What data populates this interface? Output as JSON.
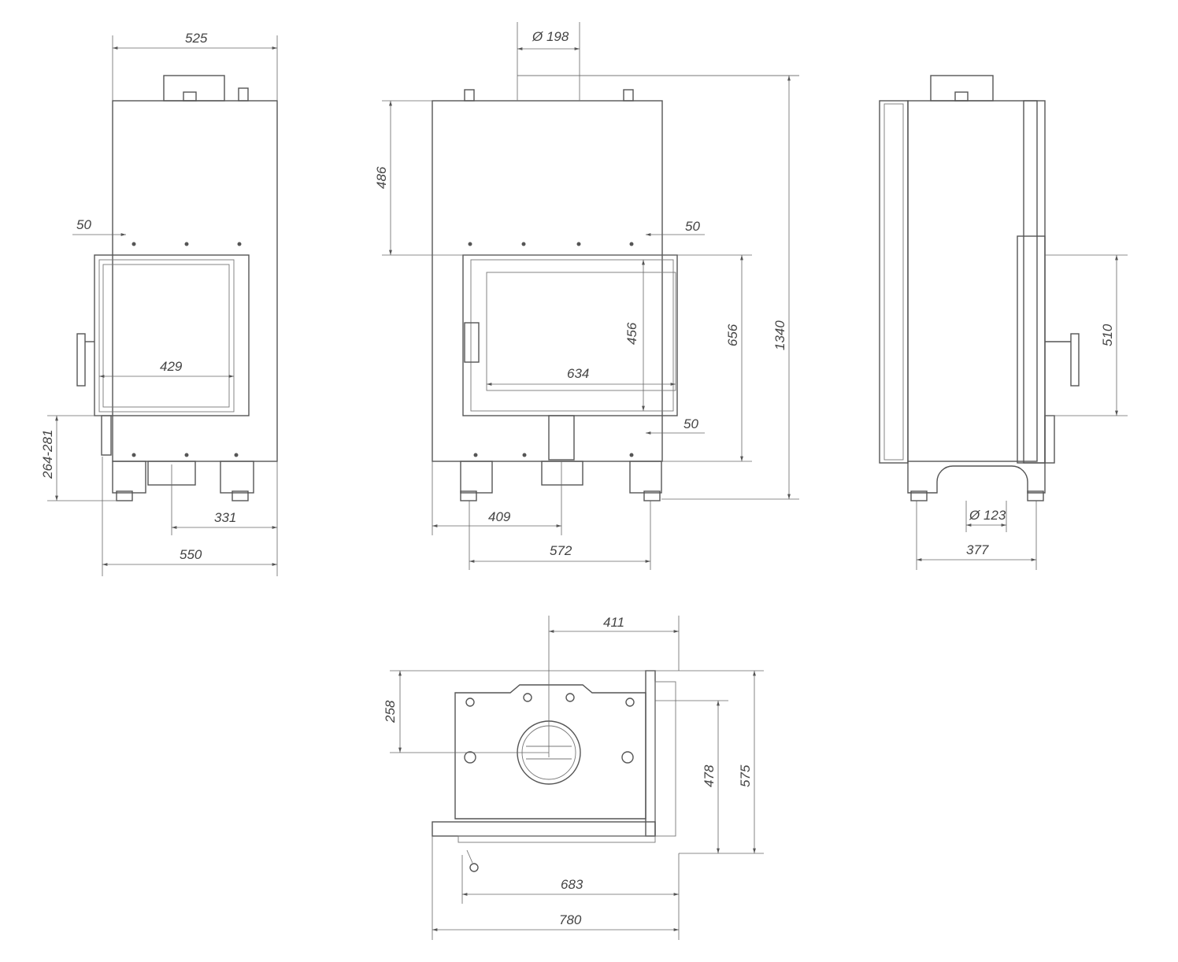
{
  "front_view": {
    "width_top": "525",
    "offset_left": "50",
    "glass_width": "429",
    "leg_height": "264-281",
    "flue_offset": "331",
    "total_width": "550"
  },
  "side_view": {
    "flue_diameter": "Ø 198",
    "top_height": "486",
    "offset_right": "50",
    "glass_height": "456",
    "door_height": "656",
    "total_height": "1340",
    "glass_width": "634",
    "offset_bottom": "50",
    "flue_offset": "409",
    "width": "572"
  },
  "right_view": {
    "door_height": "510",
    "air_diameter": "Ø 123",
    "depth": "377"
  },
  "top_view": {
    "flue_offset": "411",
    "flue_depth": "258",
    "side_depth": "478",
    "total_depth": "575",
    "inner_width": "683",
    "total_width": "780"
  }
}
